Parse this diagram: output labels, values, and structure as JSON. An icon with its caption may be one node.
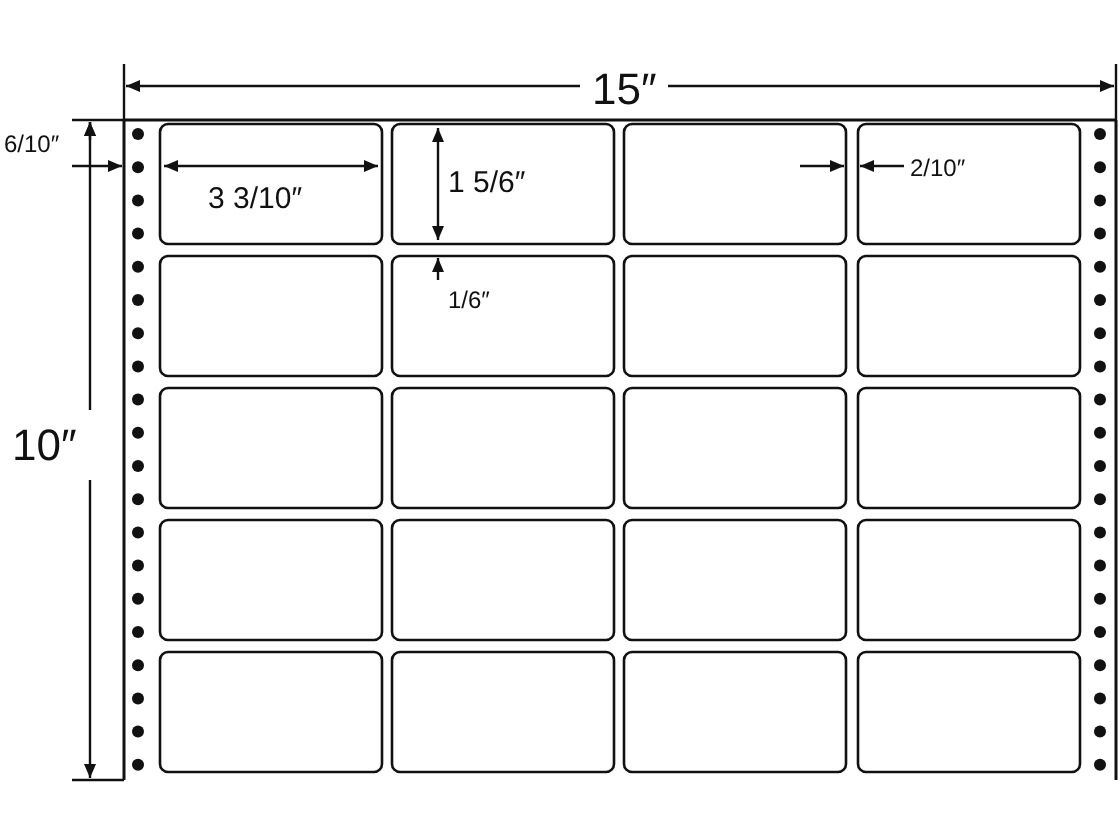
{
  "diagram": {
    "labels": [
      "15″",
      "6/10″",
      "3 3/10″",
      "1 5/6″",
      "2/10″",
      "1/6″",
      "10″"
    ]
  }
}
